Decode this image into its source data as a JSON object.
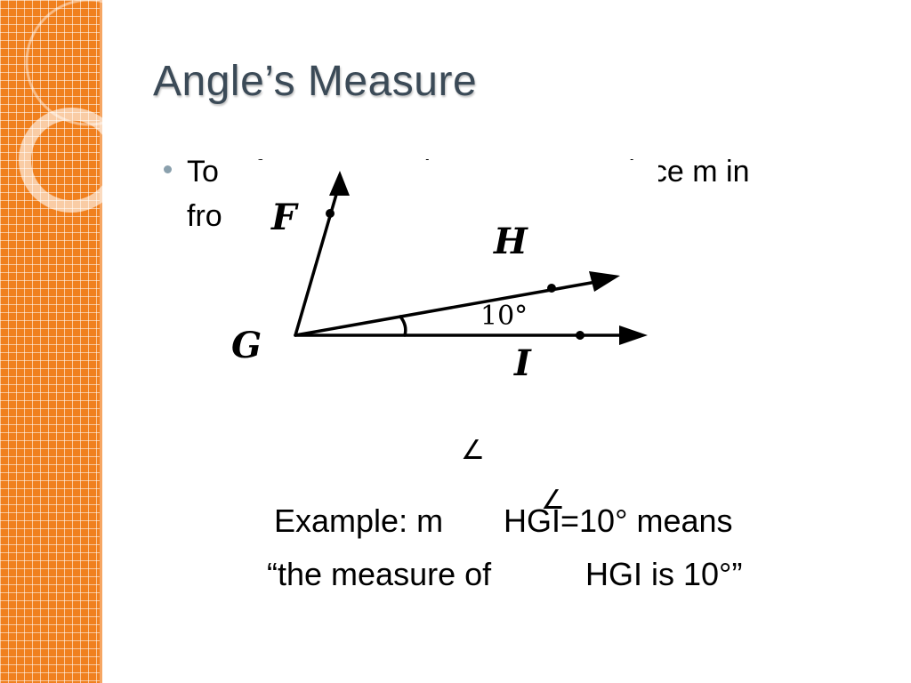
{
  "title": "Angle’s Measure",
  "bullet": {
    "line1": "To refer to an angle’s measure, place m in",
    "line2": "front of the angle"
  },
  "diagram": {
    "labels": {
      "F": "F",
      "G": "G",
      "H": "H",
      "I": "I",
      "angle": "10°"
    }
  },
  "example": {
    "line1_a": "Example: m",
    "line1_b": "HGI=10° means",
    "line2_a": "“the measure of",
    "line2_b": "HGI is 10°”",
    "angle_symbol": "∠"
  },
  "colors": {
    "strip": "#f0801e",
    "title": "#3b4a57",
    "bullet": "#8aa0ad"
  }
}
